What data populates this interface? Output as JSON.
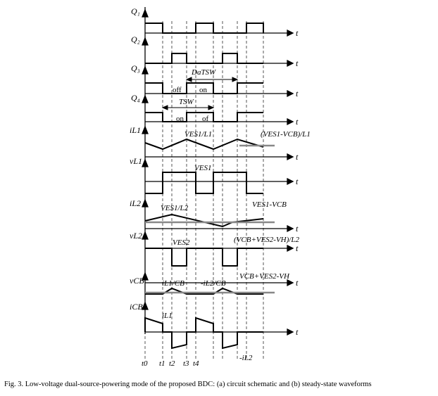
{
  "signals": [
    {
      "label": "Q₁"
    },
    {
      "label": "Q₂"
    },
    {
      "label": "Q₃"
    },
    {
      "label": "Q₄"
    },
    {
      "label": "iL1"
    },
    {
      "label": "vL1"
    },
    {
      "label": "iL2"
    },
    {
      "label": "vL2"
    },
    {
      "label": "vCB"
    },
    {
      "label": "iCB"
    }
  ],
  "axis_label": "t",
  "time_labels": [
    "t0",
    "t1",
    "t2",
    "t3",
    "t4"
  ],
  "annotations": {
    "duty_span": "DaTSW",
    "off_label_q3": "off",
    "on_label_q3": "on",
    "tsw_span": "TSW",
    "on_label_q4": "on",
    "of_label_q4": "of",
    "il1_slope_up": "VES1/L1",
    "il1_slope_down": "(VES1-VCB)/L1",
    "vl1_high": "VES1",
    "vl1_low": "VES1-VCB",
    "il2_slope_up": "VES1/L2",
    "il2_slope_down": "(VCB+VES2-VH)/L2",
    "vl2_high": "VES2",
    "vl2_low": "VCB+VES2-VH",
    "vcb_up": "iL1/CB",
    "vcb_down": "-iL2/CB",
    "icb_pos": "iL1",
    "icb_neg": "-iL2"
  },
  "caption": "Fig. 3. Low-voltage dual-source-powering mode of the proposed BDC: (a) circuit schematic and (b) steady-state waveforms",
  "colors": {
    "waveform": "#000000",
    "grey_trace": "#888888"
  }
}
